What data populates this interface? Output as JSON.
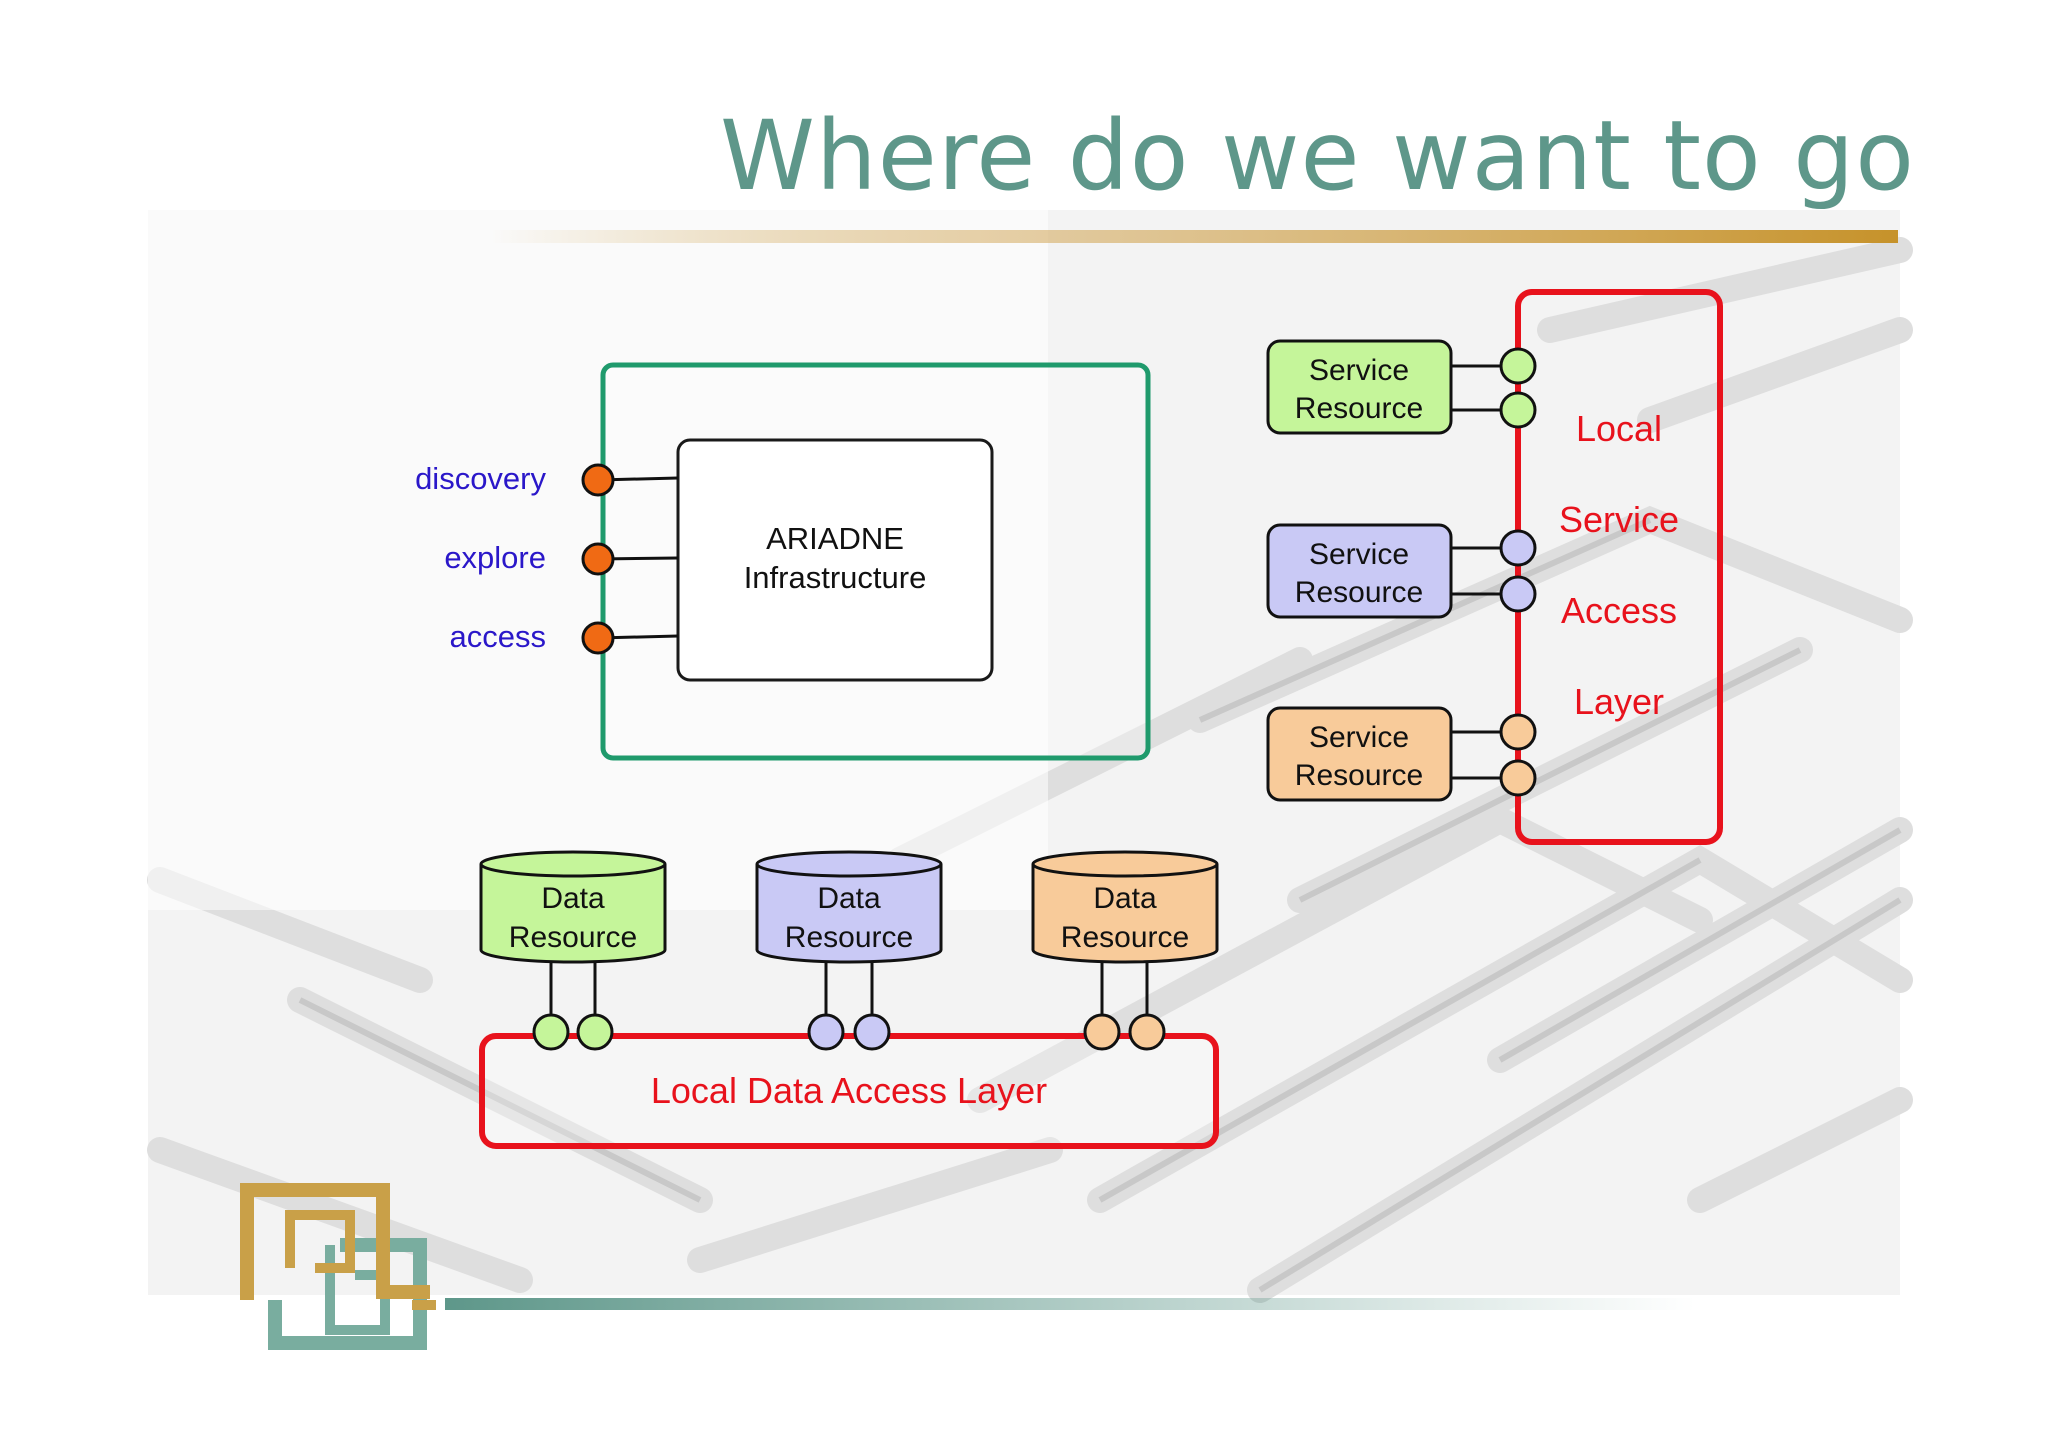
{
  "slide": {
    "title": "Where do we want to go"
  },
  "colors": {
    "title": "#5e978a",
    "gold_rule": "#c6922a",
    "teal_rule": "#5e978a",
    "infrastructure_frame": "#1f9a6c",
    "access_layer": "#e8121c",
    "interface_label": "#2a17c9",
    "port_orange": "#f06a14",
    "green_fill": "#c5f59a",
    "blue_fill": "#c9c9f5",
    "orange_fill": "#f8cb9a"
  },
  "diagram": {
    "infrastructure": {
      "label_line1": "ARIADNE",
      "label_line2": "Infrastructure"
    },
    "interfaces": [
      {
        "label": "discovery"
      },
      {
        "label": "explore"
      },
      {
        "label": "access"
      }
    ],
    "service_layer": {
      "words": [
        "Local",
        "Service",
        "Access",
        "Layer"
      ]
    },
    "service_resources": [
      {
        "line1": "Service",
        "line2": "Resource",
        "color": "green"
      },
      {
        "line1": "Service",
        "line2": "Resource",
        "color": "blue"
      },
      {
        "line1": "Service",
        "line2": "Resource",
        "color": "orange"
      }
    ],
    "data_resources": [
      {
        "line1": "Data",
        "line2": "Resource",
        "color": "green"
      },
      {
        "line1": "Data",
        "line2": "Resource",
        "color": "blue"
      },
      {
        "line1": "Data",
        "line2": "Resource",
        "color": "orange"
      }
    ],
    "data_layer": {
      "label": "Local Data Access Layer"
    }
  }
}
